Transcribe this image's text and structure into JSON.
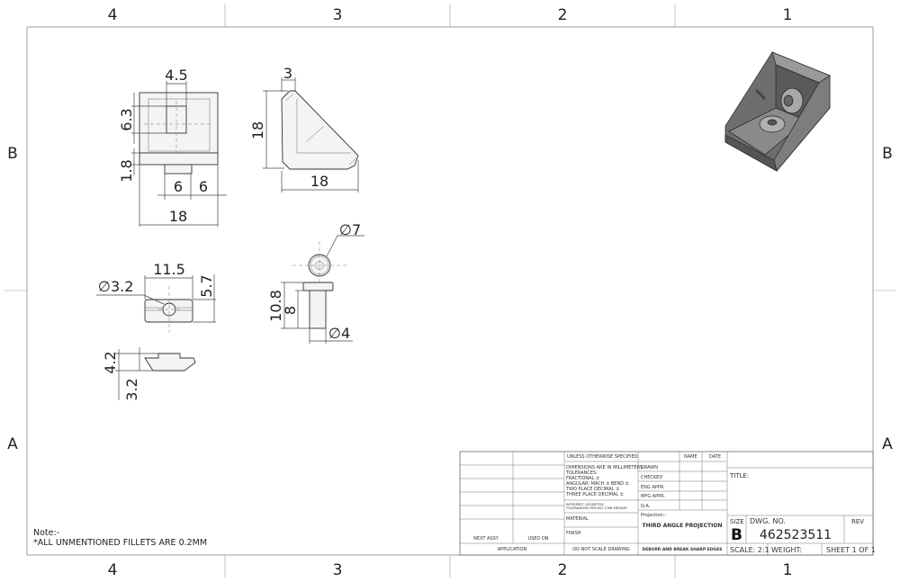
{
  "zones": {
    "columns": [
      "4",
      "3",
      "2",
      "1"
    ],
    "rows": [
      "B",
      "A"
    ]
  },
  "views": {
    "front": {
      "width_top": "4.5",
      "height_slot": "6.3",
      "base": "1.8",
      "tab_left": "6",
      "tab_right": "6",
      "width": "18"
    },
    "side": {
      "thickness": "3",
      "height": "18",
      "width": "18"
    },
    "nut_top": {
      "hole": "3.2",
      "length": "11.5",
      "height": "5.7"
    },
    "nut_side": {
      "height": "4.2",
      "depth": "3.2"
    },
    "screw": {
      "head_dia": "7",
      "length": "10.8",
      "shank": "8",
      "shank_dia": "4"
    },
    "diameter_symbol": "∅"
  },
  "notes": {
    "title": "Note:-",
    "line1": "*ALL UNMENTIONED FILLETS ARE 0.2MM"
  },
  "title_block": {
    "unless": "UNLESS OTHERWISE SPECIFIED:",
    "name": "NAME",
    "date": "DATE",
    "dims_mm": "DIMENSIONS ARE IN MILLIMETERS",
    "tolerances": "TOLERANCES:",
    "fractional": "FRACTIONAL ±",
    "angular": "ANGULAR: MACH ±    BEND ±",
    "two_place": "TWO PLACE DECIMAL    ±",
    "three_place": "THREE PLACE DECIMAL  ±",
    "interpret1": "INTERPRET GEOMETRIC",
    "interpret2": "TOLERANCING PER:ISO 2768 MEDIUM",
    "material": "MATERIAL",
    "finish": "FINISH",
    "drawn": "DRAWN",
    "checked": "CHECKED",
    "eng_appr": "ENG APPR.",
    "mfg_appr": "MFG APPR.",
    "qa": "Q.A.",
    "projection_label": "Projection:-",
    "projection": "THIRD ANGLE PROJECTION",
    "next_assy": "NEXT ASSY",
    "used_on": "USED ON",
    "application": "APPLICATION",
    "do_not_scale": "DO NOT SCALE DRAWING",
    "deburr": "DEBURR AND BREAK SHARP EDGES",
    "title_label": "TITLE:",
    "size_label": "SIZE",
    "size": "B",
    "dwg_no_label": "DWG.  NO.",
    "dwg_no": "462523511",
    "rev_label": "REV",
    "scale": "SCALE: 2:1",
    "weight": "WEIGHT:",
    "sheet": "SHEET 1 OF 1"
  }
}
